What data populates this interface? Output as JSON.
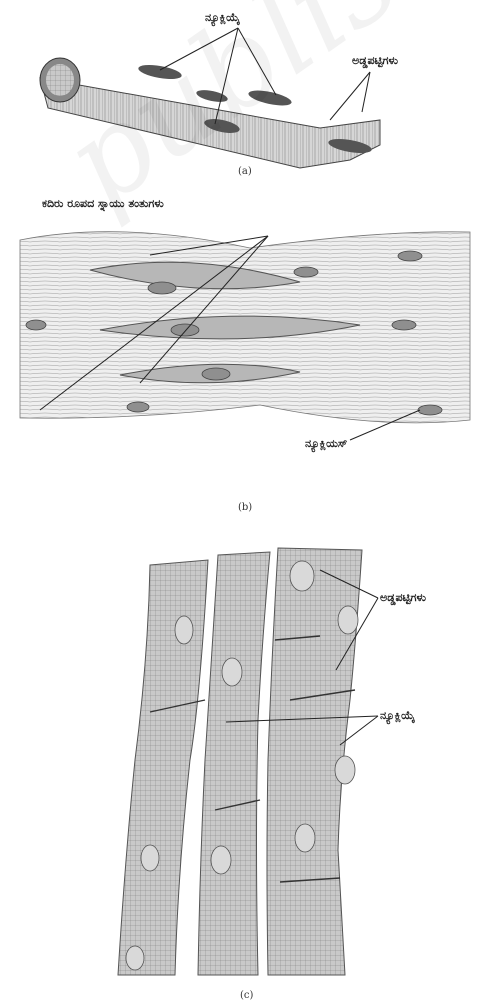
{
  "figure": {
    "panel_a": {
      "caption": "(a)",
      "nucleus_label": "ನ್ಯೂಕ್ಲಿಯೈ",
      "striations_label": "ಅಡ್ಡಪಟ್ಟಿಗಳು"
    },
    "panel_b": {
      "caption": "(b)",
      "fibers_label": "ಕದಿರು ರೂಪದ ಸ್ನಾಯು ತಂತುಗಳು",
      "nucleus_label": "ನ್ಯೂಕ್ಲಿಯಸ್"
    },
    "panel_c": {
      "caption": "(c)",
      "striations_label": "ಅಡ್ಡಪಟ್ಟಿಗಳು",
      "nuclei_label": "ನ್ಯೂಕ್ಲಿಯೈ"
    },
    "watermark": "publishe",
    "colors": {
      "ink": "#2a2a2a",
      "tissue": "#bdbdbd",
      "cell": "#9a9a9a",
      "background": "#ffffff"
    }
  }
}
